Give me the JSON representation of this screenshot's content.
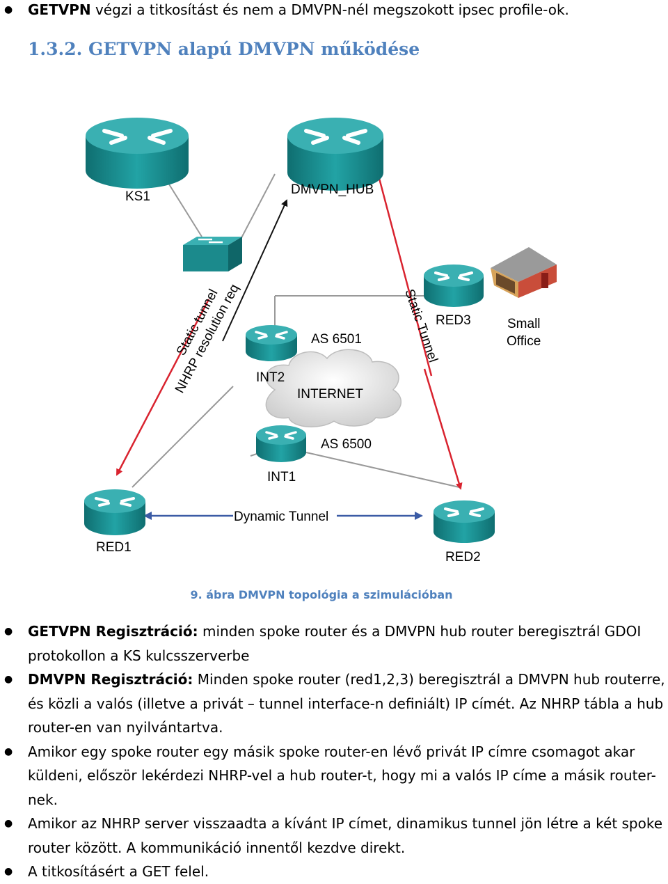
{
  "intro": {
    "bold": "GETVPN",
    "text": " végzi a titkosítást és nem a DMVPN-nél megszokott ipsec profile-ok."
  },
  "heading": "1.3.2. GETVPN alapú DMVPN működése",
  "diagram": {
    "nodes": {
      "ks1": "KS1",
      "hub": "DMVPN_HUB",
      "int2": "INT2",
      "int1": "INT1",
      "red1": "RED1",
      "red2": "RED2",
      "red3": "RED3",
      "as6501": "AS 6501",
      "as6500": "AS 6500",
      "internet": "INTERNET",
      "office_line1": "Small",
      "office_line2": "Office"
    },
    "links": {
      "static_tunnel_left": "Static tunnel",
      "nhrp": "NHRP resolution req",
      "static_tunnel_right": "Static Tunnel",
      "dynamic": "Dynamic Tunnel"
    },
    "colors": {
      "router": "#1b8a8c",
      "static_arrow": "#d9232f",
      "dynamic_arrow": "#3b5ba5",
      "line": "#999999"
    }
  },
  "caption": "9. ábra DMVPN topológia a szimulációban",
  "bullets": [
    {
      "bold": "GETVPN Regisztráció:",
      "text": " minden spoke router és a DMVPN hub router beregisztrál GDOI protokollon a KS kulcsszerverbe"
    },
    {
      "bold": "DMVPN Regisztráció:",
      "text": " Minden spoke router (red1,2,3) beregisztrál a DMVPN hub routerre, és közli a valós (illetve a privát – tunnel interface-n definiált) IP címét. Az NHRP tábla a hub router-en van nyilvántartva."
    },
    {
      "bold": "",
      "text": "Amikor egy spoke router egy másik spoke router-en lévő privát IP címre csomagot akar küldeni, először lekérdezi NHRP-vel a hub router-t, hogy mi a valós IP címe a másik router-nek."
    },
    {
      "bold": "",
      "text": "Amikor az NHRP server visszaadta a kívánt IP címet, dinamikus  tunnel jön létre a két spoke router között. A kommunikáció innentől kezdve direkt."
    },
    {
      "bold": "",
      "text": "A titkosításért a GET felel."
    }
  ]
}
